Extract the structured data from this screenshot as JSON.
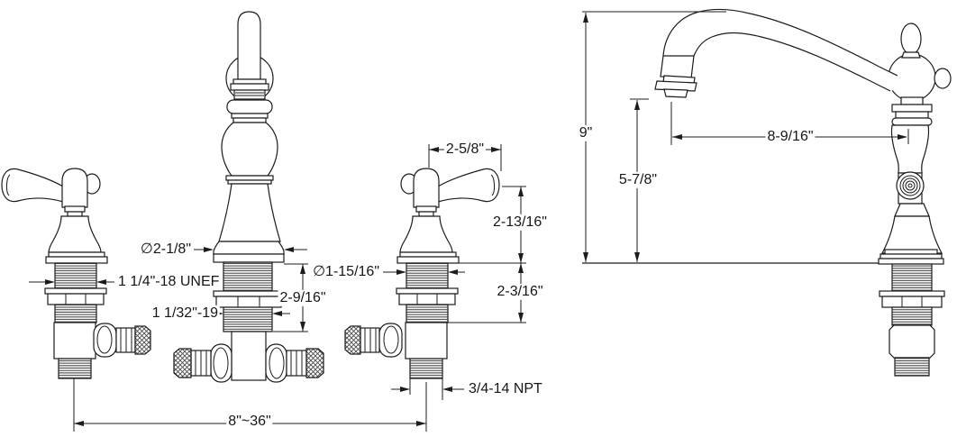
{
  "drawing": {
    "kind": "faucet dimensional technical drawing",
    "views": {
      "front": {
        "dims": {
          "spout_flange_dia": "∅2-1/8\"",
          "left_shank_thread": "1 1/4\"-18 UNEF",
          "center_shank_thread": "1 1/32\"-19",
          "center_shank_length": "2-9/16\"",
          "handle_reach": "2-5/8\"",
          "right_shank_dia": "∅1-15/16\"",
          "handle_height": "2-13/16\"",
          "handle_shank_length": "2-3/16\"",
          "outlet_thread": "3/4-14 NPT",
          "spread": "8\"~36\""
        }
      },
      "side": {
        "dims": {
          "overall_height": "9\"",
          "spout_outlet_height": "5-7/8\"",
          "spout_reach": "8-9/16\""
        }
      }
    },
    "colors": {
      "background": "#ffffff",
      "line": "#1c1c1c"
    }
  }
}
